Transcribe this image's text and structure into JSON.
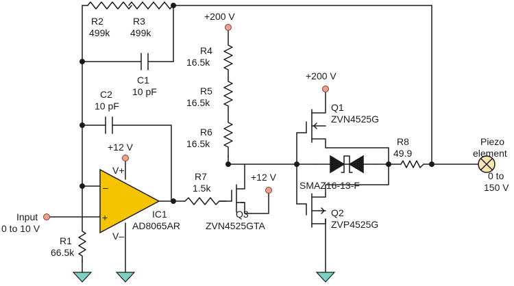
{
  "components": {
    "r2": {
      "name": "R2",
      "value": "499k"
    },
    "r3": {
      "name": "R3",
      "value": "499k"
    },
    "c1": {
      "name": "C1",
      "value": "10 pF"
    },
    "c2": {
      "name": "C2",
      "value": "10 pF"
    },
    "r1": {
      "name": "R1",
      "value": "66.5k"
    },
    "r4": {
      "name": "R4",
      "value": "16.5k"
    },
    "r5": {
      "name": "R5",
      "value": "16.5k"
    },
    "r6": {
      "name": "R6",
      "value": "16.5k"
    },
    "r7": {
      "name": "R7",
      "value": "1.5k"
    },
    "r8": {
      "name": "R8",
      "value": "49.9"
    },
    "q1": {
      "name": "Q1",
      "part": "ZVN4525G"
    },
    "q2": {
      "name": "Q2",
      "part": "ZVP4525G"
    },
    "q3": {
      "name": "Q3",
      "part": "ZVN4525GTA"
    },
    "ic1": {
      "name": "IC1",
      "part": "AD8065AR",
      "vplus": "V+",
      "vminus": "V–",
      "minus": "–",
      "plus": "+"
    },
    "diodes": {
      "part": "SMAZ16-13-F"
    }
  },
  "supplies": {
    "hv_top": "+200 V",
    "hv_q1": "+200 V",
    "opamp_supply": "+12 V",
    "q3_supply": "+12 V"
  },
  "input": {
    "line1": "Input",
    "line2": "0 to 10 V"
  },
  "output": {
    "line1": "Piezo",
    "line2": "element",
    "line3": "0 to",
    "line4": "150 V"
  }
}
